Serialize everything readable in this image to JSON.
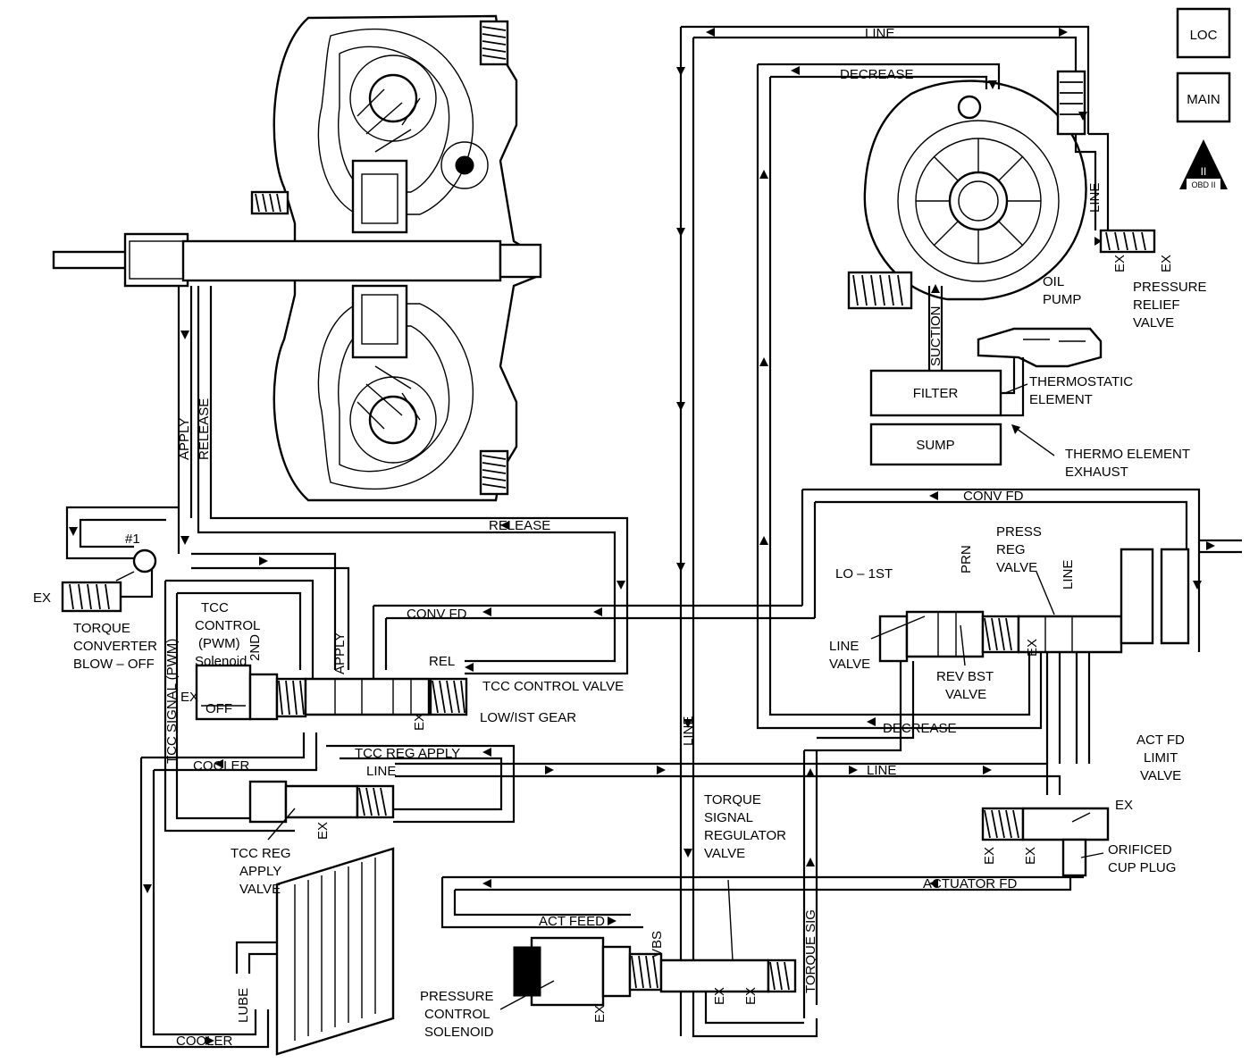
{
  "nav": {
    "loc": "LOC",
    "main": "MAIN",
    "obd": "OBD II",
    "obd_numeral": "II"
  },
  "labels": {
    "line_top": "LINE",
    "decrease_top": "DECREASE",
    "line_pump": "LINE",
    "ex_relief_1": "EX",
    "ex_relief_2": "EX",
    "pressure_relief": [
      "PRESSURE",
      "RELIEF",
      "VALVE"
    ],
    "oil_pump": [
      "OIL",
      "PUMP"
    ],
    "suction": "SUCTION",
    "filter": "FILTER",
    "sump": "SUMP",
    "thermostatic": [
      "THERMOSTATIC",
      "ELEMENT"
    ],
    "thermo_exhaust": [
      "THERMO ELEMENT",
      "EXHAUST"
    ],
    "apply_vert": "APPLY",
    "release_vert": "RELEASE",
    "release_h": "RELEASE",
    "conv_fd_right": "CONV FD",
    "check_ball": "#1",
    "ex_blowoff": "EX",
    "blowoff": [
      "TORQUE",
      "CONVERTER",
      "BLOW – OFF"
    ],
    "tcc_control_pwm": [
      "TCC",
      "CONTROL",
      "(PWM)",
      "Solenoid"
    ],
    "tcc_signal": "TCC SIGNAL (PWM)",
    "second": "2ND",
    "apply_valve": "APPLY",
    "conv_fd_mid": "CONV FD",
    "rel": "REL",
    "tcc_control_valve": "TCC CONTROL VALVE",
    "low_gear": "LOW/IST GEAR",
    "ex_tcc": "EX",
    "ex_sol": "EX",
    "off": "OFF",
    "cooler_mid": "COOLER",
    "tcc_reg_apply_h": "TCC REG APPLY",
    "line_reg": "LINE",
    "ex_reg": "EX",
    "tcc_reg_apply_valve": [
      "TCC REG",
      "APPLY",
      "VALVE"
    ],
    "lube": "LUBE",
    "cooler_bottom": "COOLER",
    "line_vert_mid": "LINE",
    "line_mid_h": "LINE",
    "decrease_mid": "DECREASE",
    "lo_1st": "LO – 1ST",
    "prn": "PRN",
    "press_reg_valve": [
      "PRESS",
      "REG",
      "VALVE"
    ],
    "line_press": "LINE",
    "line_valve": [
      "LINE",
      "VALVE"
    ],
    "rev_bst": [
      "REV BST",
      "VALVE"
    ],
    "ex_press": "EX",
    "torque_signal_reg": [
      "TORQUE",
      "SIGNAL",
      "REGULATOR",
      "VALVE"
    ],
    "act_fd_limit": [
      "ACT FD",
      "LIMIT",
      "VALVE"
    ],
    "ex_act_1": "EX",
    "ex_act_2": "EX",
    "ex_act_3": "EX",
    "orificed": [
      "ORIFICED",
      "CUP PLUG"
    ],
    "actuator_fd": "ACTUATOR FD",
    "act_feed": "ACT FEED",
    "vbs": "VBS",
    "pressure_control_solenoid": [
      "PRESSURE",
      "CONTROL",
      "SOLENOID"
    ],
    "ex_pcs": "EX",
    "ex_tsr_1": "EX",
    "ex_tsr_2": "EX",
    "torque_sig": "TORQUE SIG"
  }
}
